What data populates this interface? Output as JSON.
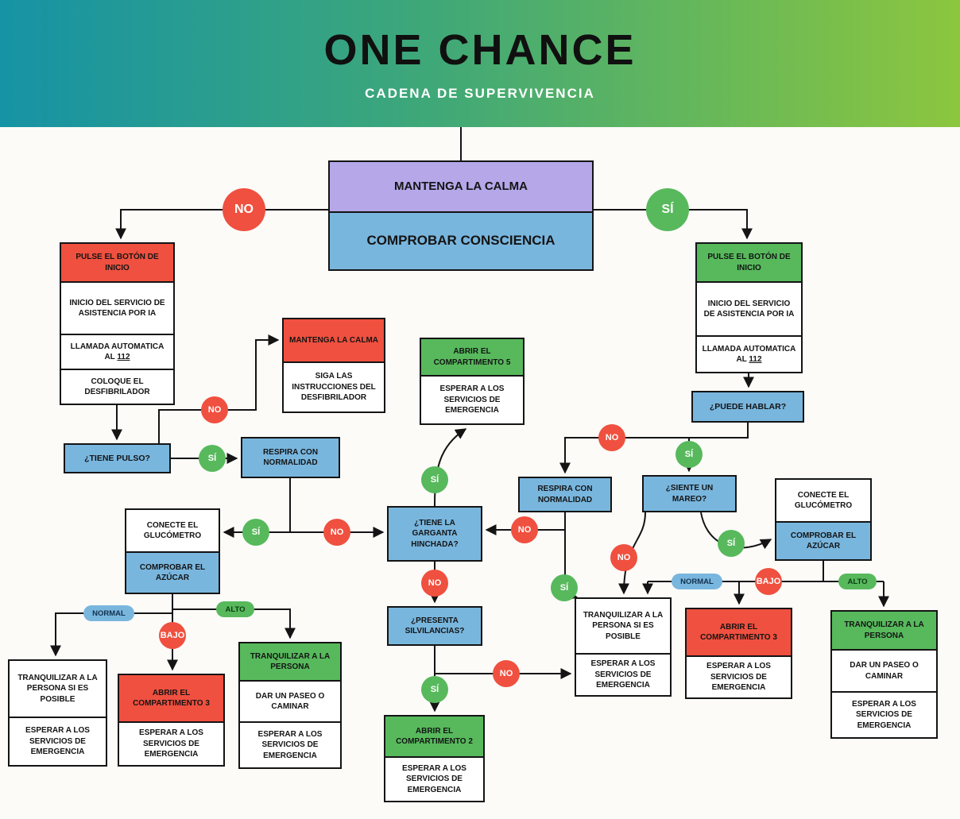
{
  "header": {
    "title": "ONE CHANCE",
    "subtitle": "CADENA DE SUPERVIVENCIA"
  },
  "labels": {
    "no": "NO",
    "si": "SÍ",
    "normal": "NORMAL",
    "bajo": "BAJO",
    "alto": "ALTO"
  },
  "nodes": {
    "mantenga_calma": "MANTENGA LA CALMA",
    "comprobar_consciencia": "COMPROBAR CONSCIENCIA",
    "pulse_boton_inicio": "PULSE EL BOTÓN DE INICIO",
    "inicio_servicio_ia": "INICIO DEL SERVICIO DE ASISTENCIA POR IA",
    "llamada_automatica": "LLAMADA AUTOMATICA AL",
    "llamada_numero": "112",
    "coloque_desfibrilador": "COLOQUE EL DESFIBRILADOR",
    "tiene_pulso": "¿TIENE PULSO?",
    "siga_instrucciones_desfibrilador": "SIGA LAS INSTRUCCIONES DEL DESFIBRILADOR",
    "respira_con_normalidad": "RESPIRA CON NORMALIDAD",
    "conecte_glucometro": "CONECTE EL GLUCÓMETRO",
    "comprobar_azucar": "COMPROBAR EL AZÚCAR",
    "tranquilizar_persona_posible": "TRANQUILIZAR A LA PERSONA SI ES POSIBLE",
    "esperar_servicios_emergencia": "ESPERAR A LOS SERVICIOS DE EMERGENCIA",
    "abrir_compartimento_3": "ABRIR EL COMPARTIMENTO 3",
    "tranquilizar_persona": "TRANQUILIZAR A LA PERSONA",
    "dar_paseo_caminar": "DAR UN PASEO O CAMINAR",
    "abrir_compartimento_5": "ABRIR EL COMPARTIMENTO 5",
    "tiene_garganta_hinchada": "¿TIENE LA GARGANTA HINCHADA?",
    "presenta_silvilancias": "¿PRESENTA SILVILANCIAS?",
    "abrir_compartimento_2": "ABRIR EL COMPARTIMENTO 2",
    "puede_hablar": "¿PUEDE HABLAR?",
    "siente_mareo": "¿SIENTE UN MAREO?"
  },
  "colors": {
    "red": "#F0503F",
    "green": "#57B95C",
    "blue": "#79B6DE",
    "purple": "#B5A7E8",
    "gradient_start": "#1693A5",
    "gradient_end": "#8CC63E"
  }
}
